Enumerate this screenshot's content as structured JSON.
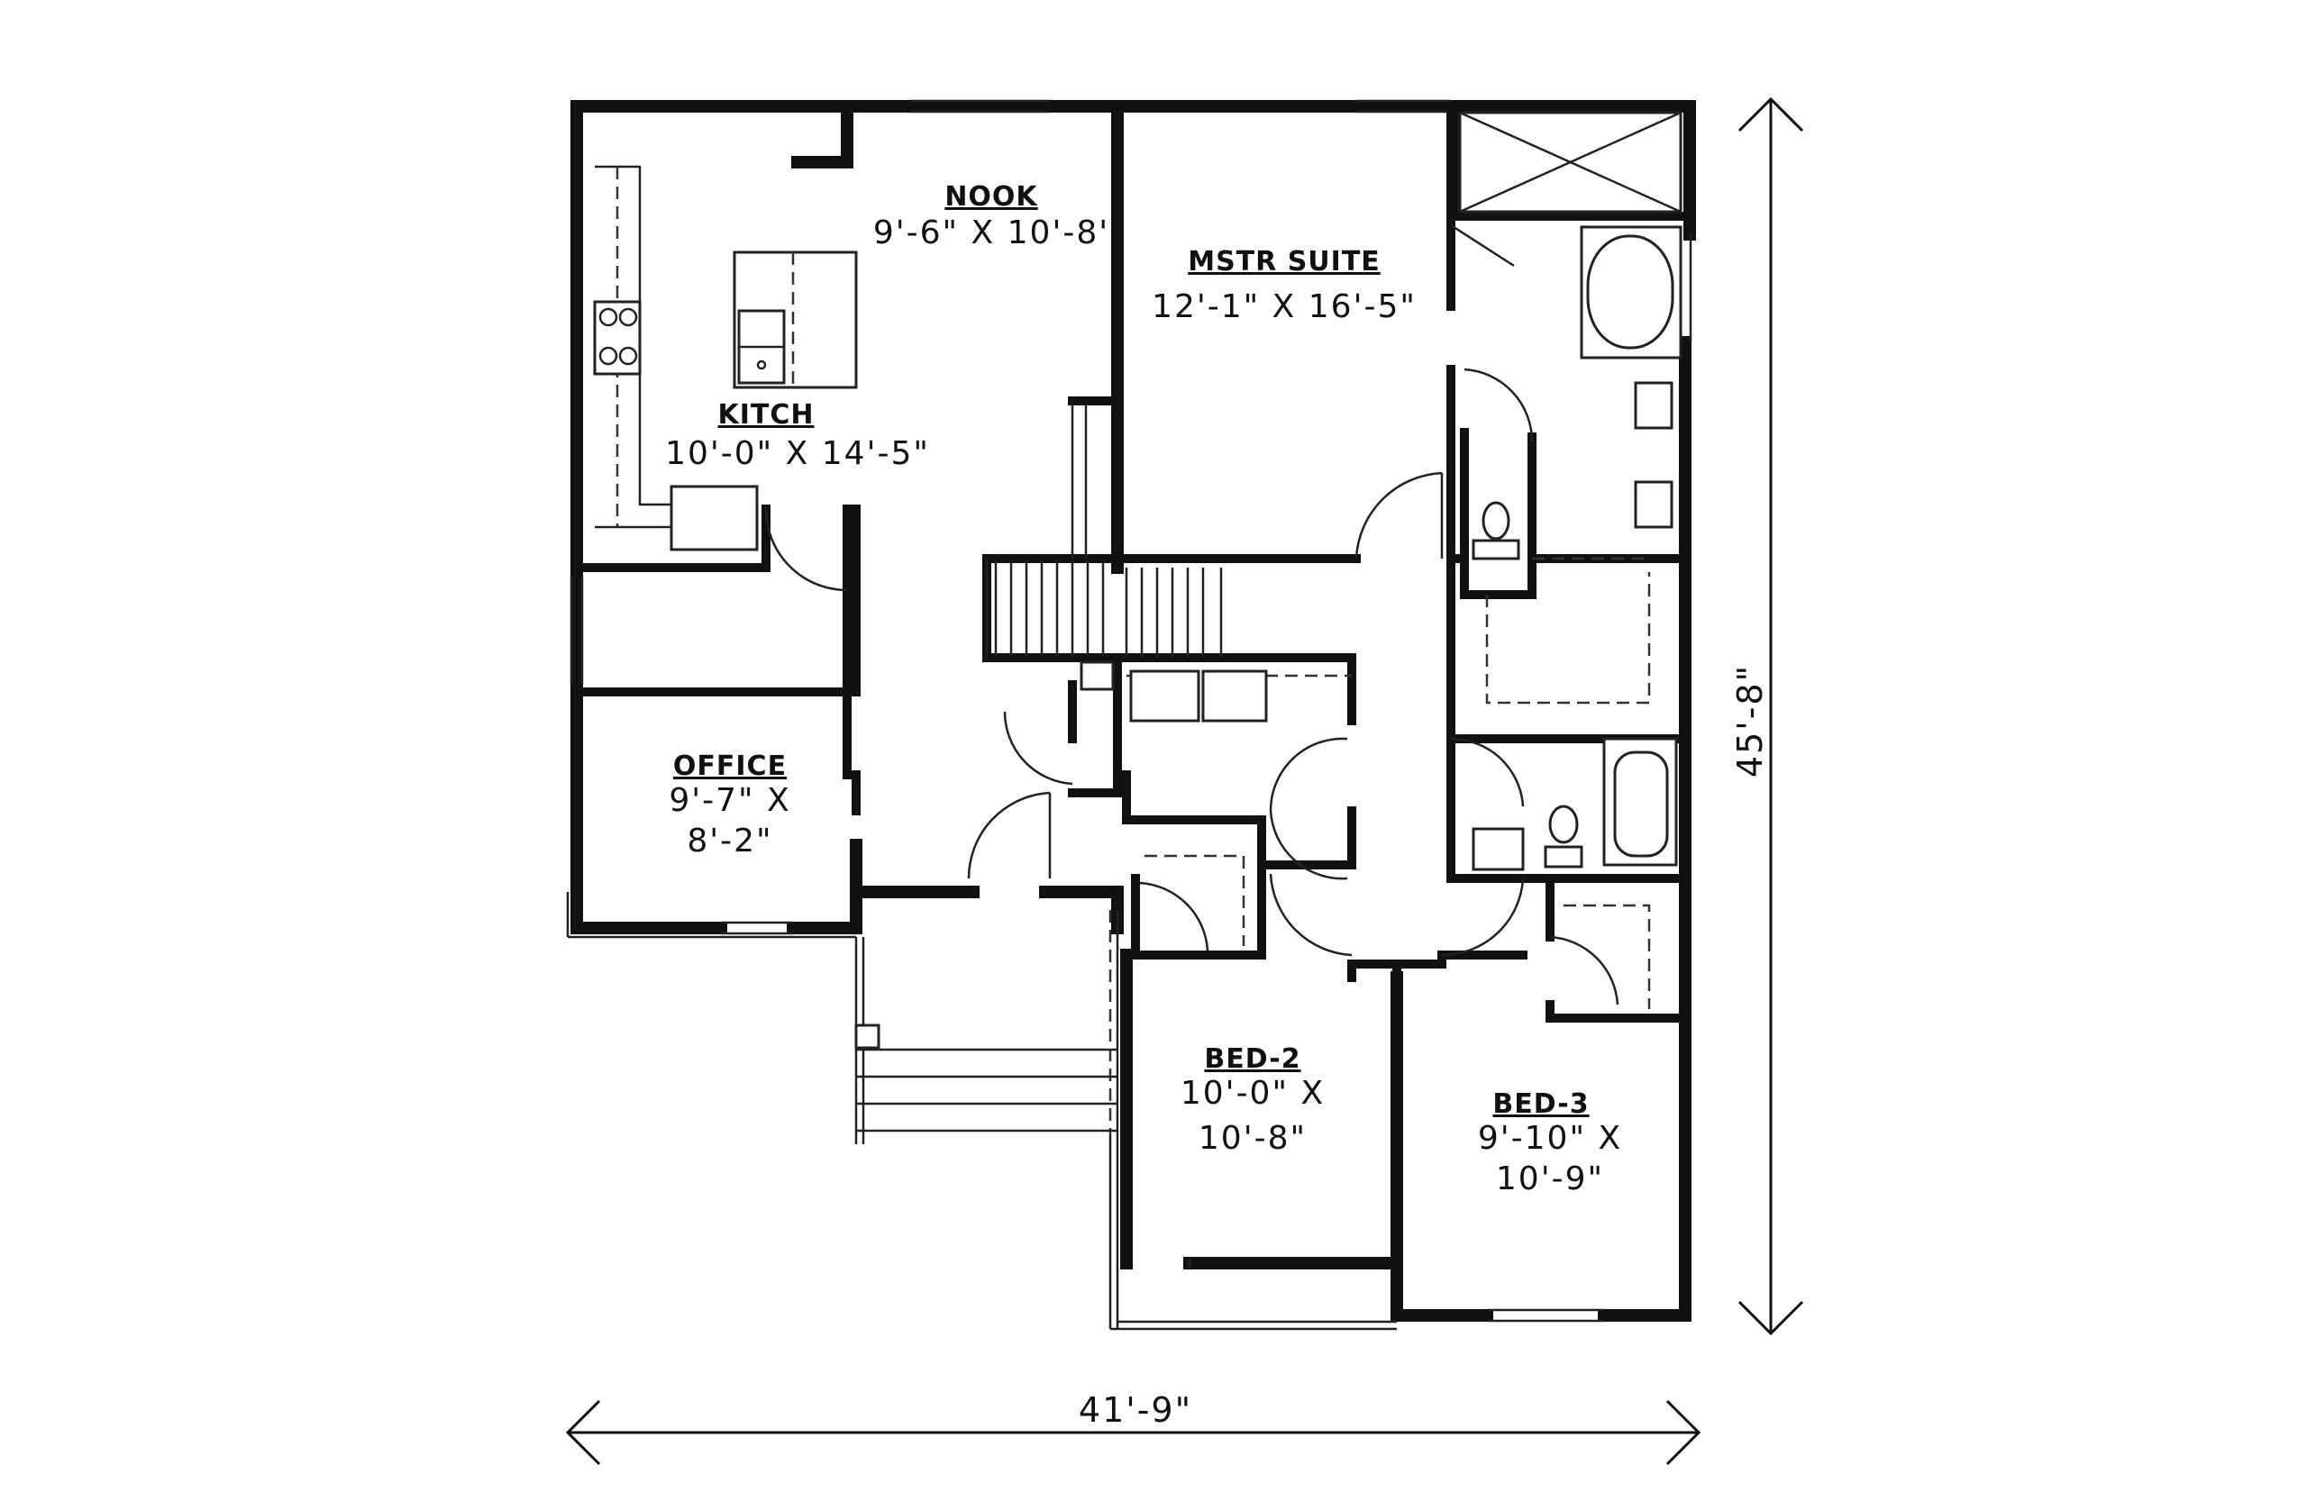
{
  "rooms": {
    "nook": {
      "name": "NOOK",
      "size": "9'-6\" X 10'-8'"
    },
    "kitchen": {
      "name": "KITCH",
      "size": "10'-0\" X 14'-5\""
    },
    "master": {
      "name": "MSTR SUITE",
      "size": "12'-1\" X 16'-5\""
    },
    "office": {
      "name": "OFFICE",
      "size_line1": "9'-7\" X",
      "size_line2": "8'-2\""
    },
    "bed2": {
      "name": "BED-2",
      "size_line1": "10'-0\" X",
      "size_line2": "10'-8\""
    },
    "bed3": {
      "name": "BED-3",
      "size_line1": "9'-10\" X",
      "size_line2": "10'-9\""
    }
  },
  "dimensions": {
    "width": "41'-9\"",
    "depth": "45'-8\""
  }
}
